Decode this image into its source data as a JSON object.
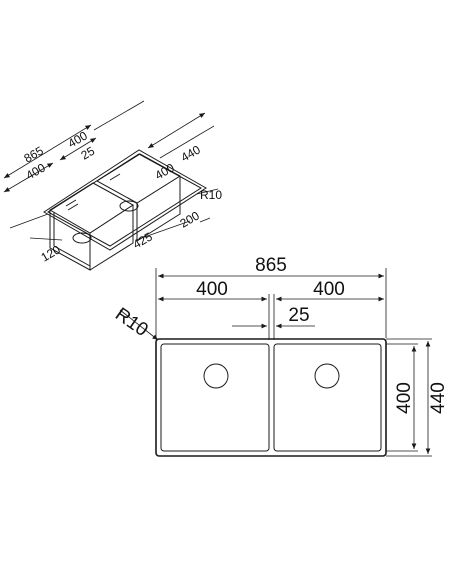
{
  "iso_view": {
    "labels": {
      "overall_width": "865",
      "left_bowl_width": "400",
      "right_bowl_width": "400",
      "divider_gap": "25",
      "bowl_depth": "400",
      "overall_depth": "440",
      "corner_radius": "R10",
      "right_height": "200",
      "right_base": "425",
      "left_height": "120"
    }
  },
  "plan_view": {
    "labels": {
      "overall_width": "865",
      "left_bowl_width": "400",
      "right_bowl_width": "400",
      "divider_gap": "25",
      "corner_radius": "R10",
      "bowl_depth": "400",
      "overall_depth": "440"
    }
  }
}
